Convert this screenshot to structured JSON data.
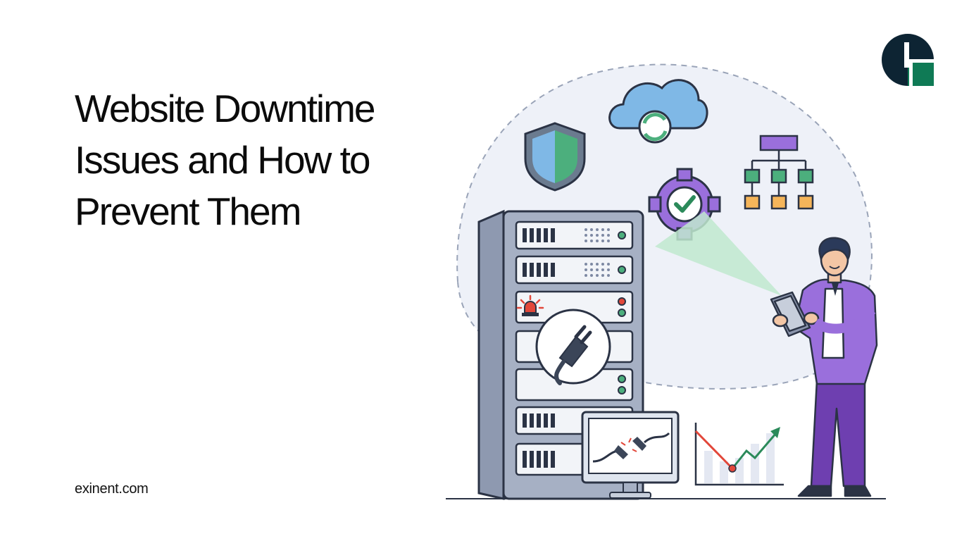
{
  "headline": {
    "lines": [
      "Website Downtime",
      "Issues and How to",
      "Prevent Them"
    ]
  },
  "footer": {
    "domain": "exinent.com"
  },
  "logo": {
    "icon": "exinent-logo-icon",
    "colors": {
      "dark": "#0d2433",
      "green": "#0f7a55"
    }
  },
  "illustration": {
    "icons": [
      "security-shield-icon",
      "cloud-sync-icon",
      "settings-gear-check-icon",
      "hierarchy-diagram-icon",
      "server-rack-icon",
      "unplugged-cable-icon",
      "alarm-light-icon",
      "monitor-disconnected-icon",
      "recovery-chart-icon",
      "person-with-tablet-icon"
    ],
    "colors": {
      "purple": "#9a6fdc",
      "green": "#4caf7d",
      "blue": "#7fb8e6",
      "red": "#e2473a",
      "orange": "#f5b55a",
      "server": "#a6b0c4",
      "ink": "#2b3345"
    }
  }
}
